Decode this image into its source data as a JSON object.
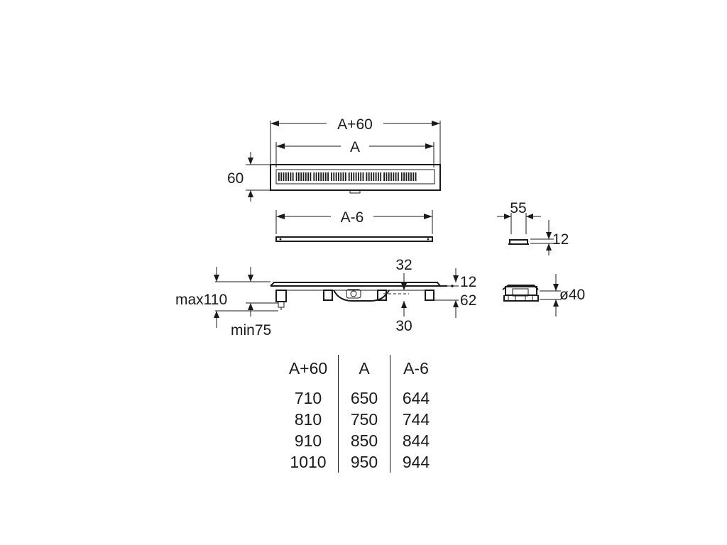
{
  "labels": {
    "top_overall": "A+60",
    "top_inner": "A",
    "height_60": "60",
    "grate_length": "A-6",
    "grate_width": "55",
    "grate_thickness": "12",
    "side_32": "32",
    "side_12": "12",
    "side_62": "62",
    "side_30": "30",
    "max_height": "max110",
    "min_height": "min75",
    "outlet_diameter": "ø40"
  },
  "table": {
    "headers": [
      "A+60",
      "A",
      "A-6"
    ],
    "rows": [
      [
        "710",
        "650",
        "644"
      ],
      [
        "810",
        "750",
        "744"
      ],
      [
        "910",
        "850",
        "844"
      ],
      [
        "1010",
        "950",
        "944"
      ]
    ]
  }
}
